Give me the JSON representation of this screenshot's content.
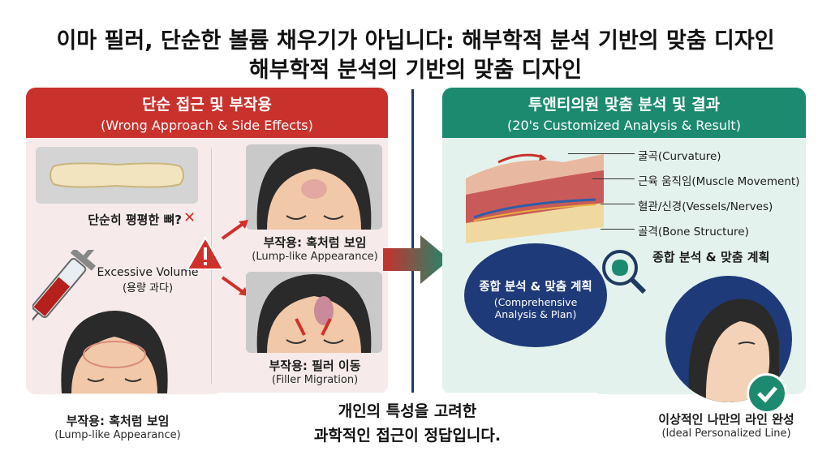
{
  "title": {
    "line1": "이마 필러, 단순한 볼륨 채우기가 아닙니다: 해부학적 분석 기반의 맞춤 디자인",
    "line2": "해부학적 분석의 기반의 맞춤 디자인"
  },
  "left_panel": {
    "header_ko": "단순 접근 및 부작용",
    "header_en": "(Wrong Approach & Side Effects)",
    "bone_label": "단순히 평평한 뼈?",
    "bone_mark": "✕",
    "excessive_en": "Excessive Volume",
    "excessive_ko": "(용량 과다)",
    "lump_ko": "부작용: 혹처럼 보임",
    "lump_en": "(Lump-like Appearance)",
    "lump_ko_2": "부작용: 혹처럼 보임",
    "lump_en_2": "(Lump-like Appearance)",
    "migration_ko": "부작용: 필러 이동",
    "migration_en": "(Filler Migration)"
  },
  "right_panel": {
    "header_ko": "투앤티의원 맞춤 분석 및 결과",
    "header_en": "(20's Customized Analysis & Result)",
    "callouts": [
      "굴곡(Curvature)",
      "근육 움직임(Muscle Movement)",
      "혈관/신경(Vessels/Nerves)",
      "골격(Bone Structure)"
    ],
    "plan_ko": "종합 분석 & 맞춤 계획",
    "plan_en_1": "(Comprehensive",
    "plan_en_2": "Analysis & Plan)",
    "plan_ko_2": "종합 분석 & 맞춤 계획",
    "result_ko": "이상적인 나만의 라인 완성",
    "result_en": "(Ideal Personalized Line)"
  },
  "bottom": {
    "line1": "개인의 특성을 고려한",
    "line2": "과학적인 접근이 정답입니다."
  },
  "colors": {
    "red": "#c8312c",
    "green": "#1c8a6e",
    "navy": "#1f3a78"
  }
}
